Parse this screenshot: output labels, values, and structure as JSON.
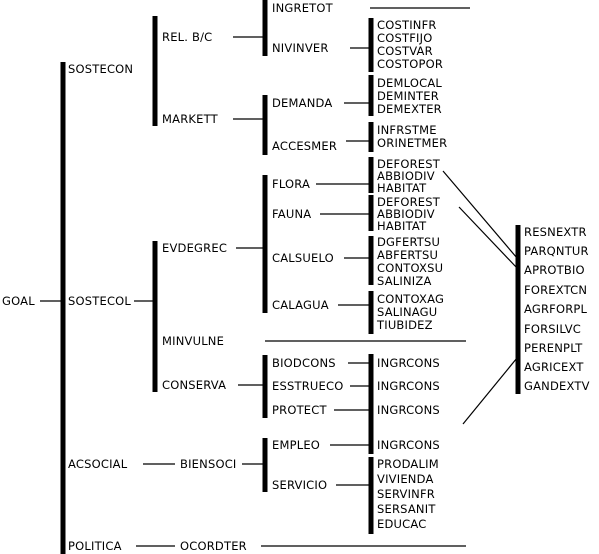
{
  "goal": "GOAL",
  "level1": [
    "SOSTECON",
    "SOSTECOL",
    "ACSOCIAL",
    "POLITICA"
  ],
  "sostecon": {
    "rel_bc": "REL. B/C",
    "ingretot": "INGRETOT",
    "nivinver": "NIVINVER",
    "nivinver_items": [
      "COSTINFR",
      "COSTFIJO",
      "COSTVAR",
      "COSTOPOR"
    ],
    "markett": "MARKETT",
    "demanda": "DEMANDA",
    "demanda_items": [
      "DEMLOCAL",
      "DEMINTER",
      "DEMEXTER"
    ],
    "accesmer": "ACCESMER",
    "accesmer_items": [
      "INFRSTME",
      "ORINETMER"
    ]
  },
  "sostecol": {
    "evdegrec": "EVDEGREC",
    "flora": "FLORA",
    "flora_items": [
      "DEFOREST",
      "ABBIODIV",
      "HABITAT"
    ],
    "fauna": "FAUNA",
    "fauna_items": [
      "DEFOREST",
      "ABBIODIV",
      "HABITAT"
    ],
    "calsuelo": "CALSUELO",
    "calsuelo_items": [
      "DGFERTSU",
      "ABFERTSU",
      "CONTOXSU",
      "SALINIZA"
    ],
    "calagua": "CALAGUA",
    "calagua_items": [
      "CONTOXAG",
      "SALINAGU",
      "TIUBIDEZ"
    ],
    "minvulne": "MINVULNE",
    "conserva": "CONSERVA",
    "biodcons": "BIODCONS",
    "esstrueco": "ESSTRUECO",
    "protect": "PROTECT",
    "ingrcons": "INGRCONS"
  },
  "acsocial": {
    "biensoci": "BIENSOCI",
    "empleo": "EMPLEO",
    "empleo_item": "INGRCONS",
    "servicio": "SERVICIO",
    "servicio_items": [
      "PRODALIM",
      "VIVIENDA",
      "SERVINFR",
      "SERSANIT",
      "EDUCAC"
    ]
  },
  "politica": {
    "ocordter": "OCORDTER"
  },
  "alternatives": [
    "RESNEXTR",
    "PARQNTUR",
    "APROTBIO",
    "FOREXTCN",
    "AGRFORPL",
    "FORSILVC",
    "PERENPLT",
    "AGRICEXT",
    "GANDEXTV"
  ]
}
